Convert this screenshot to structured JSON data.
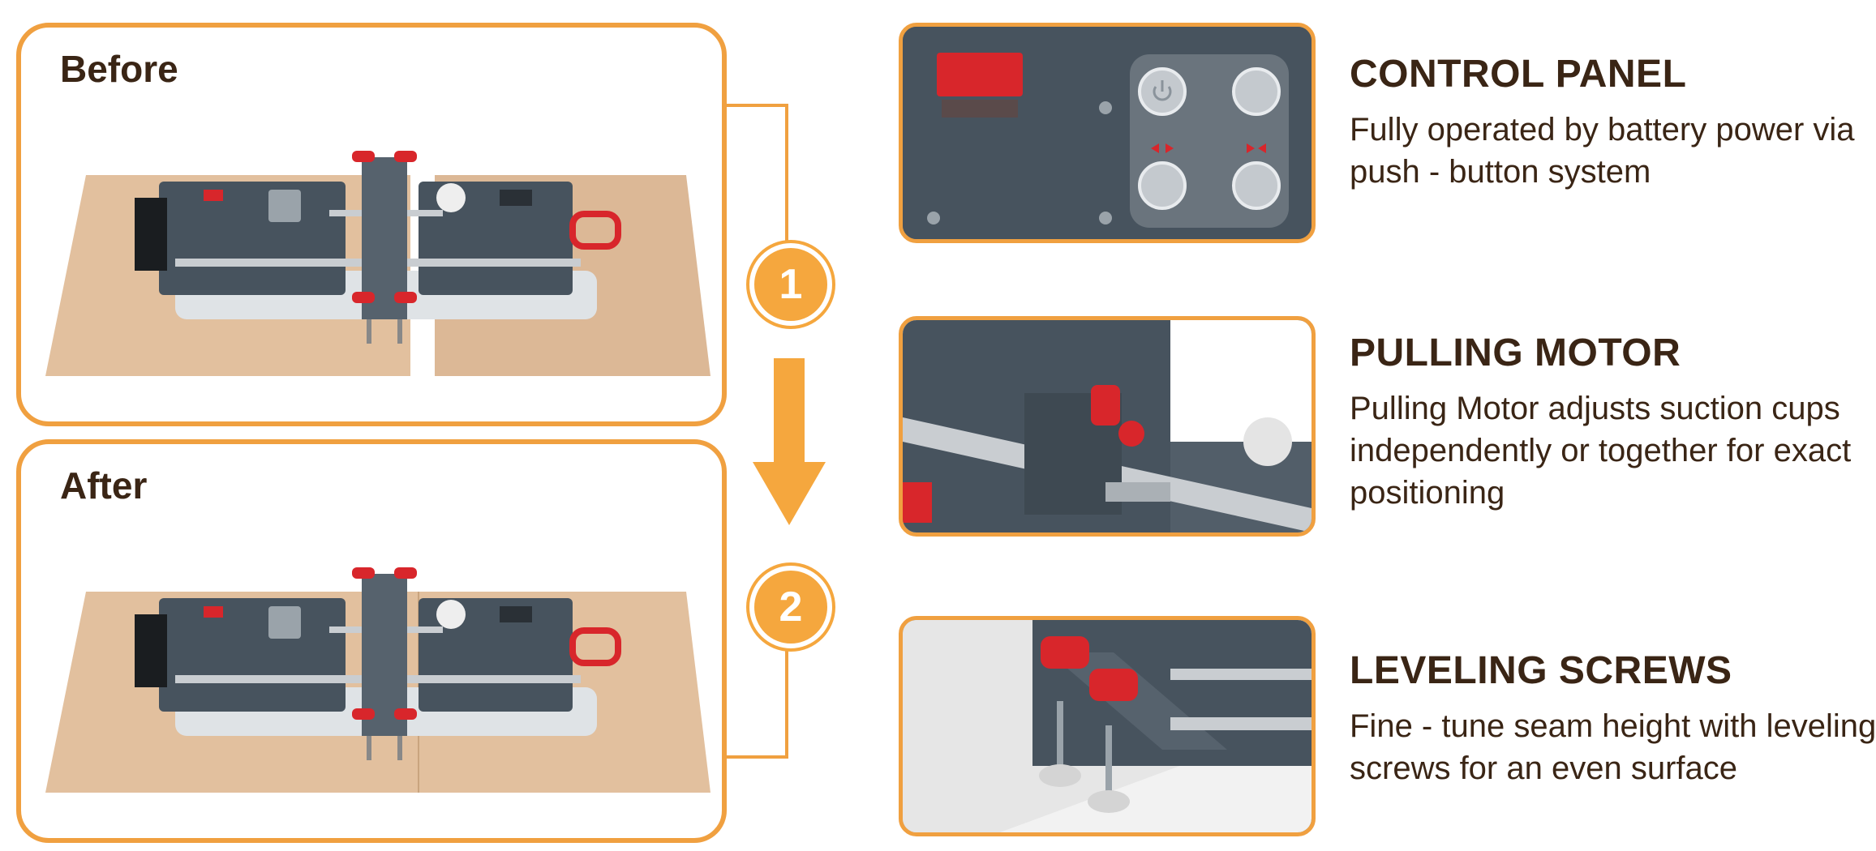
{
  "before": {
    "title": "Before"
  },
  "after": {
    "title": "After"
  },
  "steps": [
    "1",
    "2"
  ],
  "features": [
    {
      "title": "CONTROL PANEL",
      "description": "Fully operated by battery power via push - button system"
    },
    {
      "title": "PULLING MOTOR",
      "description": "Pulling Motor adjusts suction cups independently or together for exact positioning"
    },
    {
      "title": "LEVELING SCREWS",
      "description": "Fine - tune seam height with leveling screws for an even surface"
    }
  ],
  "colors": {
    "accent": "#f0a040",
    "text": "#3a2515",
    "device": "#47535e",
    "handle": "#d8262b",
    "tile": "#e2c09e"
  },
  "icons": [
    "power-icon",
    "arrow-down-icon"
  ]
}
